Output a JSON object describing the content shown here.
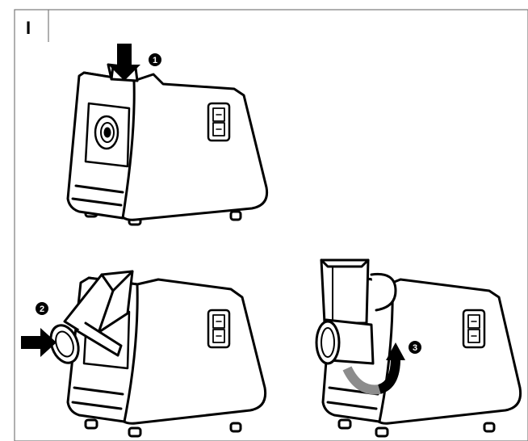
{
  "section": {
    "label": "I"
  },
  "steps": [
    {
      "number": "1"
    },
    {
      "number": "2"
    },
    {
      "number": "3"
    }
  ],
  "colors": {
    "ink": "#000000",
    "paper": "#ffffff",
    "shadow": "#8c8c8c",
    "border": "#7a7a7a"
  },
  "icons": [
    "down-arrow-icon",
    "right-arrow-icon",
    "curved-arrow-icon",
    "control-panel-icon"
  ]
}
